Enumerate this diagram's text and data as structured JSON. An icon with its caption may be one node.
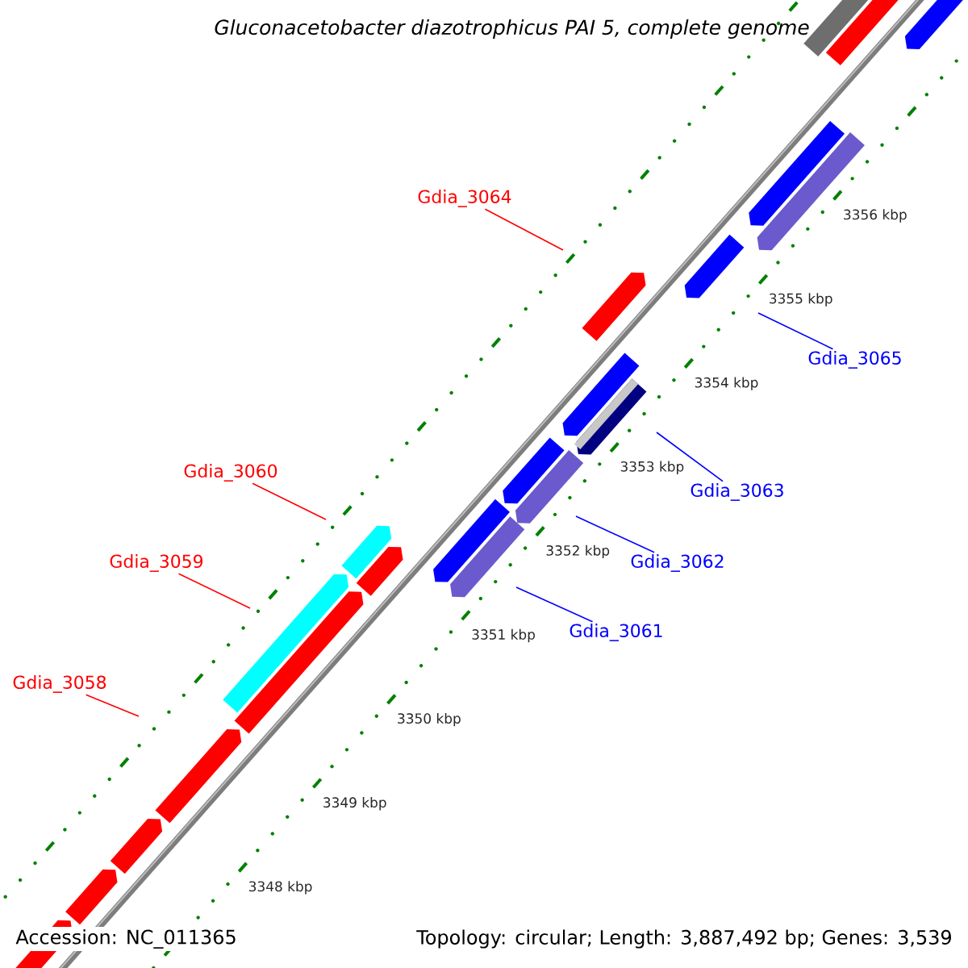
{
  "diagram": {
    "title": "Gluconacetobacter diazotrophicus PAI 5, complete genome",
    "nodes": [
      {
        "text": [
          "Gdia_3064"
        ]
      },
      {
        "text": [
          "Gdia_3065"
        ]
      },
      {
        "text": [
          "Gdia_3060"
        ]
      },
      {
        "text": [
          "Gdia_3063"
        ]
      },
      {
        "text": [
          "Gdia_3059"
        ]
      },
      {
        "text": [
          "Gdia_3062"
        ]
      },
      {
        "text": [
          "Gdia_3061"
        ]
      },
      {
        "text": [
          "Gdia_3058"
        ]
      }
    ],
    "edges": [
      {
        "from": 0,
        "to": null,
        "arrow": "none",
        "color": "#ff0000"
      },
      {
        "from": 1,
        "to": null,
        "arrow": "none",
        "color": "#0000ff"
      },
      {
        "from": 2,
        "to": null,
        "arrow": "none",
        "color": "#ff0000"
      },
      {
        "from": 3,
        "to": null,
        "arrow": "none",
        "color": "#0000ff"
      },
      {
        "from": 4,
        "to": null,
        "arrow": "none",
        "color": "#ff0000"
      },
      {
        "from": 5,
        "to": null,
        "arrow": "none",
        "color": "#0000ff"
      },
      {
        "from": 6,
        "to": null,
        "arrow": "none",
        "color": "#0000ff"
      },
      {
        "from": 7,
        "to": null,
        "arrow": "none",
        "color": "#ff0000"
      }
    ],
    "labels": [
      "3356 kbp",
      "3355 kbp",
      "3354 kbp",
      "3353 kbp",
      "3352 kbp",
      "3351 kbp",
      "3350 kbp",
      "3349 kbp",
      "3348 kbp",
      "Accession: NC_011365",
      "Topology: circular; Length: 3,887,492 bp; Genes: 3,539"
    ]
  }
}
